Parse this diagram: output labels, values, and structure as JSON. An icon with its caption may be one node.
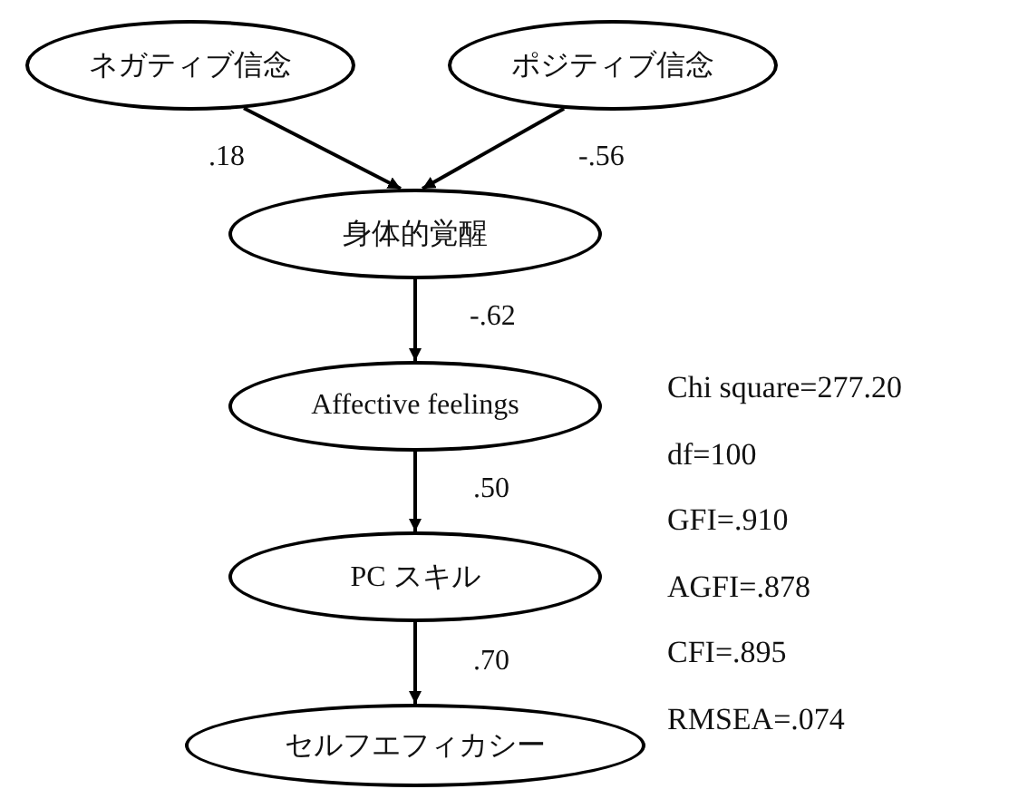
{
  "diagram": {
    "nodes": [
      {
        "text": [
          "ネガティブ信念"
        ]
      },
      {
        "text": [
          "ポジティブ信念"
        ]
      },
      {
        "text": [
          "身体的覚醒"
        ]
      },
      {
        "text": [
          "Affective feelings"
        ]
      },
      {
        "text": [
          "PC スキル"
        ]
      },
      {
        "text": [
          "セルフエフィカシー"
        ]
      }
    ],
    "edges": [
      {
        "from": 0,
        "to": 2,
        "arrow": "to",
        "label": ".18"
      },
      {
        "from": 1,
        "to": 2,
        "arrow": "to",
        "label": "-.56"
      },
      {
        "from": 2,
        "to": 3,
        "arrow": "to",
        "label": "-.62"
      },
      {
        "from": 3,
        "to": 4,
        "arrow": "to",
        "label": ".50"
      },
      {
        "from": 4,
        "to": 5,
        "arrow": "to",
        "label": ".70"
      }
    ],
    "labels": [
      "Chi square=277.20",
      "df=100",
      "GFI=.910",
      "AGFI=.878",
      "CFI=.895",
      "RMSEA=.074"
    ]
  }
}
